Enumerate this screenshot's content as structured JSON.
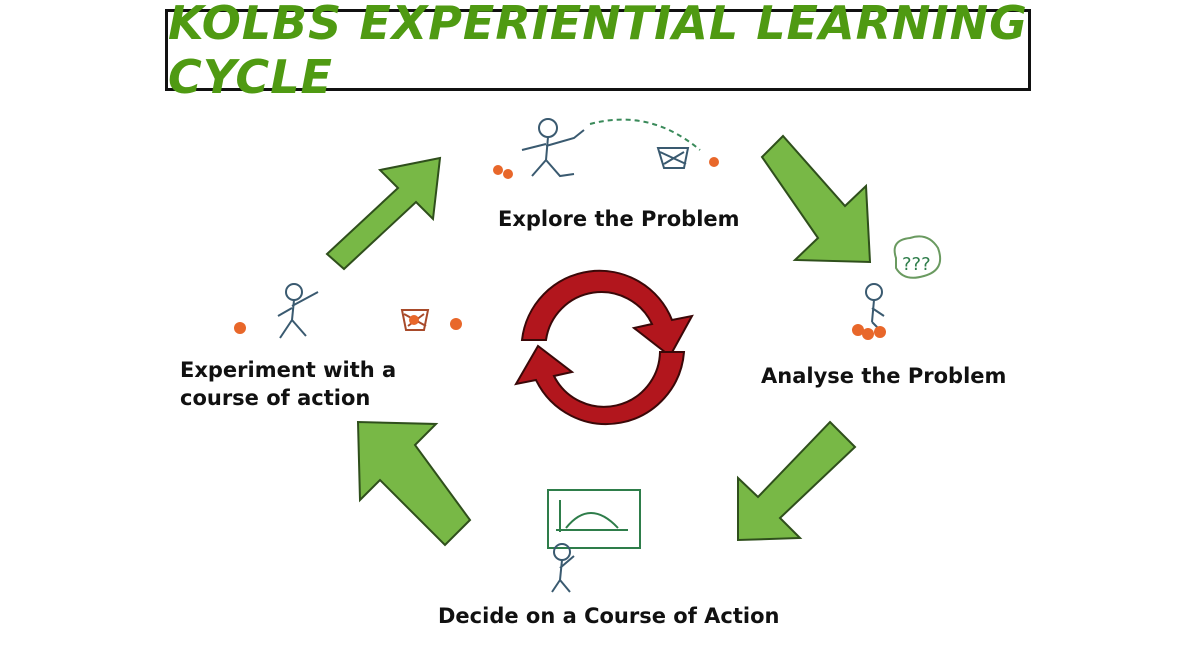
{
  "title": "KOLBS EXPERIENTIAL LEARNING CYCLE",
  "stages": {
    "explore": "Explore the Problem",
    "analyse": "Analyse the Problem",
    "decide": "Decide on a Course of Action",
    "experiment_line1": "Experiment with a",
    "experiment_line2": "course of action"
  },
  "thought_bubble_text": "???",
  "colors": {
    "title_green": "#4f9a12",
    "arrow_green": "#78b846",
    "cycle_red": "#b2161d",
    "ball_orange": "#e8672a"
  }
}
